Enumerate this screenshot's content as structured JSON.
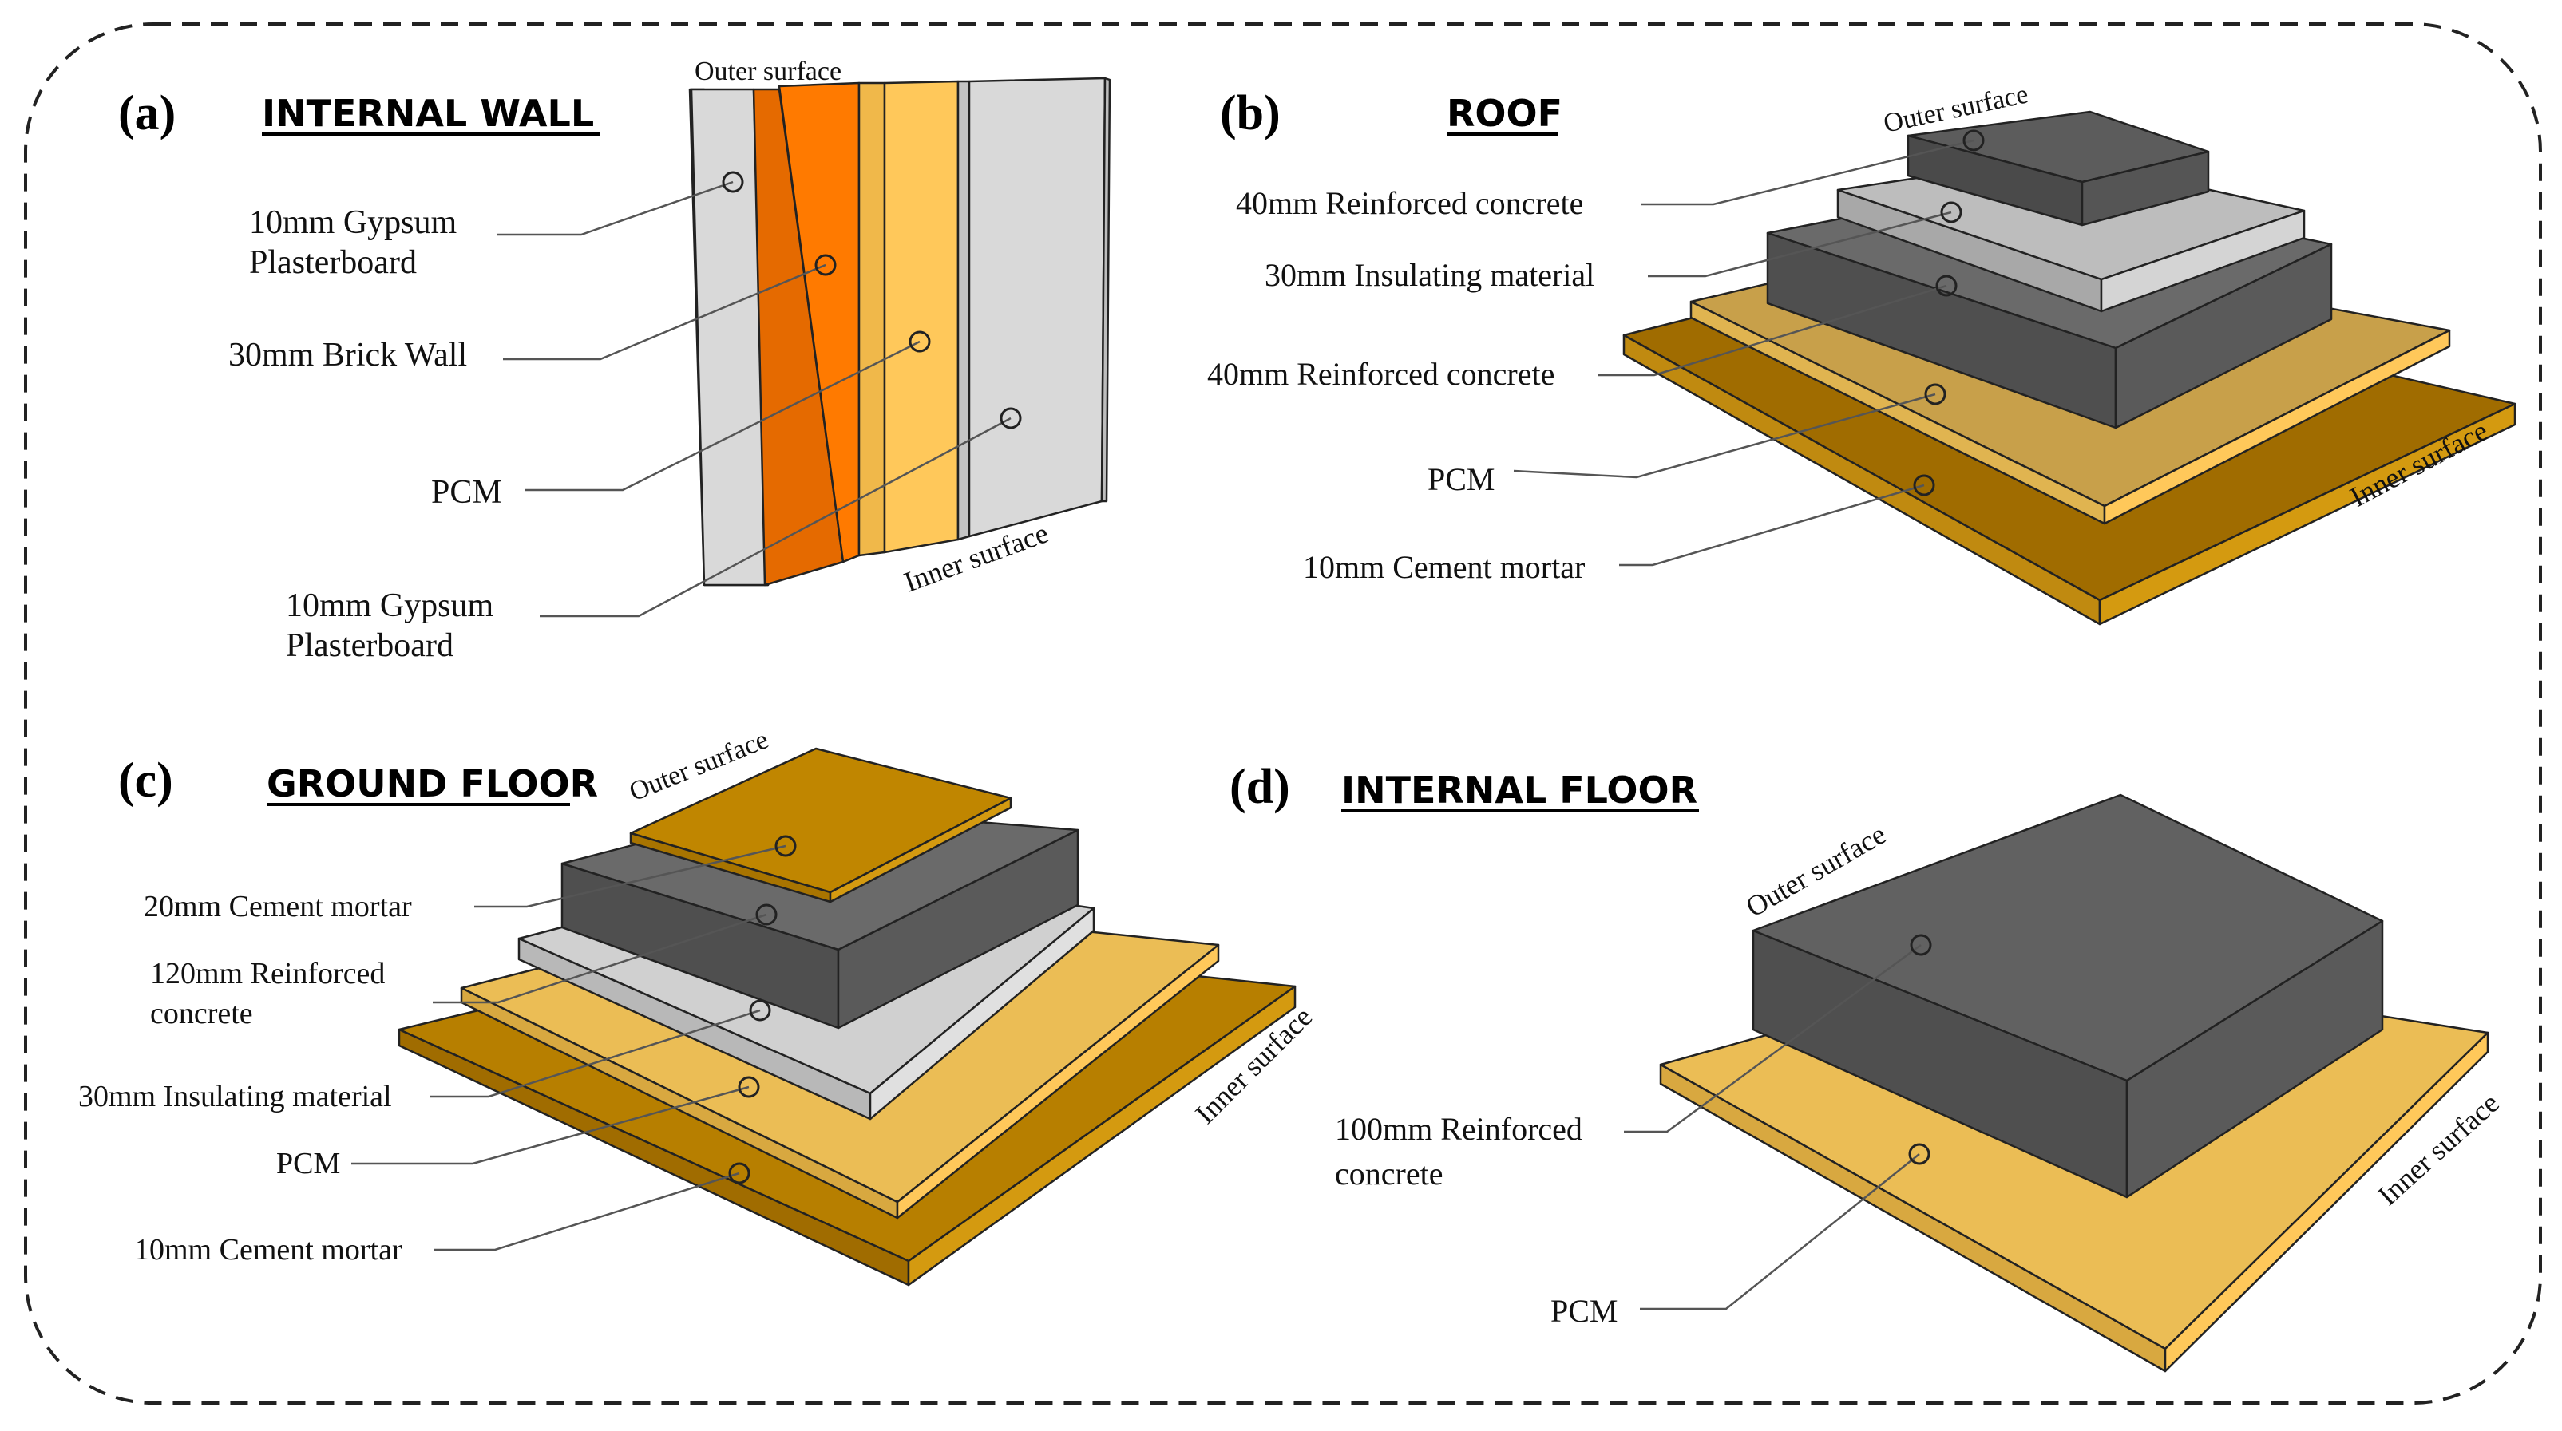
{
  "panels": {
    "a": {
      "letter": "(a)",
      "title": "INTERNAL WALL",
      "outer_surface": "Outer surface",
      "inner_surface": "Inner surface",
      "labels": [
        "10mm Gypsum",
        "Plasterboard",
        "30mm Brick Wall",
        "PCM",
        "10mm Gypsum",
        "Plasterboard"
      ]
    },
    "b": {
      "letter": "(b)",
      "title": "ROOF",
      "outer_surface": "Outer surface",
      "inner_surface": "Inner surface",
      "labels": [
        "40mm Reinforced concrete",
        "30mm Insulating material",
        "40mm Reinforced concrete",
        "PCM",
        "10mm Cement mortar"
      ]
    },
    "c": {
      "letter": "(c)",
      "title": "GROUND FLOOR",
      "outer_surface": "Outer surface",
      "inner_surface": "Inner surface",
      "labels": [
        "20mm Cement mortar",
        "120mm Reinforced",
        "concrete",
        "30mm Insulating material",
        "PCM",
        "10mm Cement mortar"
      ]
    },
    "d": {
      "letter": "(d)",
      "title": "INTERNAL FLOOR",
      "outer_surface": "Outer surface",
      "inner_surface": "Inner surface",
      "labels": [
        "100mm Reinforced",
        "concrete",
        "PCM"
      ]
    }
  },
  "colors": {
    "gypsum": "#d9d9d9",
    "brick": "#ff7a00",
    "pcm": "#ffc85a",
    "concrete": "#595959",
    "insulation": "#c8c8c8",
    "cement_mortar": "#bf8600",
    "border": "#222222"
  }
}
